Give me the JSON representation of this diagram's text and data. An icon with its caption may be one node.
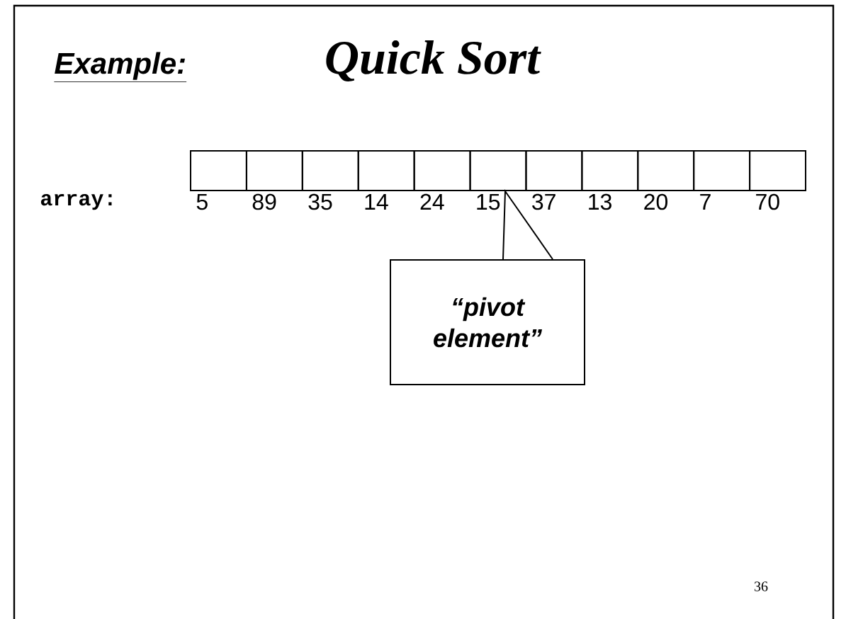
{
  "diagram": {
    "title": "Quick Sort",
    "nodes": [
      {
        "text": [],
        "shape": "box",
        "beside": [
          "5"
        ]
      },
      {
        "text": [],
        "shape": "box",
        "beside": [
          "89"
        ]
      },
      {
        "text": [],
        "shape": "box",
        "beside": [
          "35"
        ]
      },
      {
        "text": [],
        "shape": "box",
        "beside": [
          "14"
        ]
      },
      {
        "text": [],
        "shape": "box",
        "beside": [
          "24"
        ]
      },
      {
        "text": [],
        "shape": "box",
        "beside": [
          "15"
        ]
      },
      {
        "text": [],
        "shape": "box",
        "beside": [
          "37"
        ]
      },
      {
        "text": [],
        "shape": "box",
        "beside": [
          "13"
        ]
      },
      {
        "text": [],
        "shape": "box",
        "beside": [
          "20"
        ]
      },
      {
        "text": [],
        "shape": "box",
        "beside": [
          "7"
        ]
      },
      {
        "text": [],
        "shape": "box",
        "beside": [
          "70"
        ]
      },
      {
        "text": [
          "“pivot element”"
        ]
      }
    ],
    "edges": [
      {
        "from": 11,
        "to": 5,
        "arrow": "none"
      }
    ],
    "labels": [
      "Example:",
      "array:",
      "36"
    ]
  }
}
